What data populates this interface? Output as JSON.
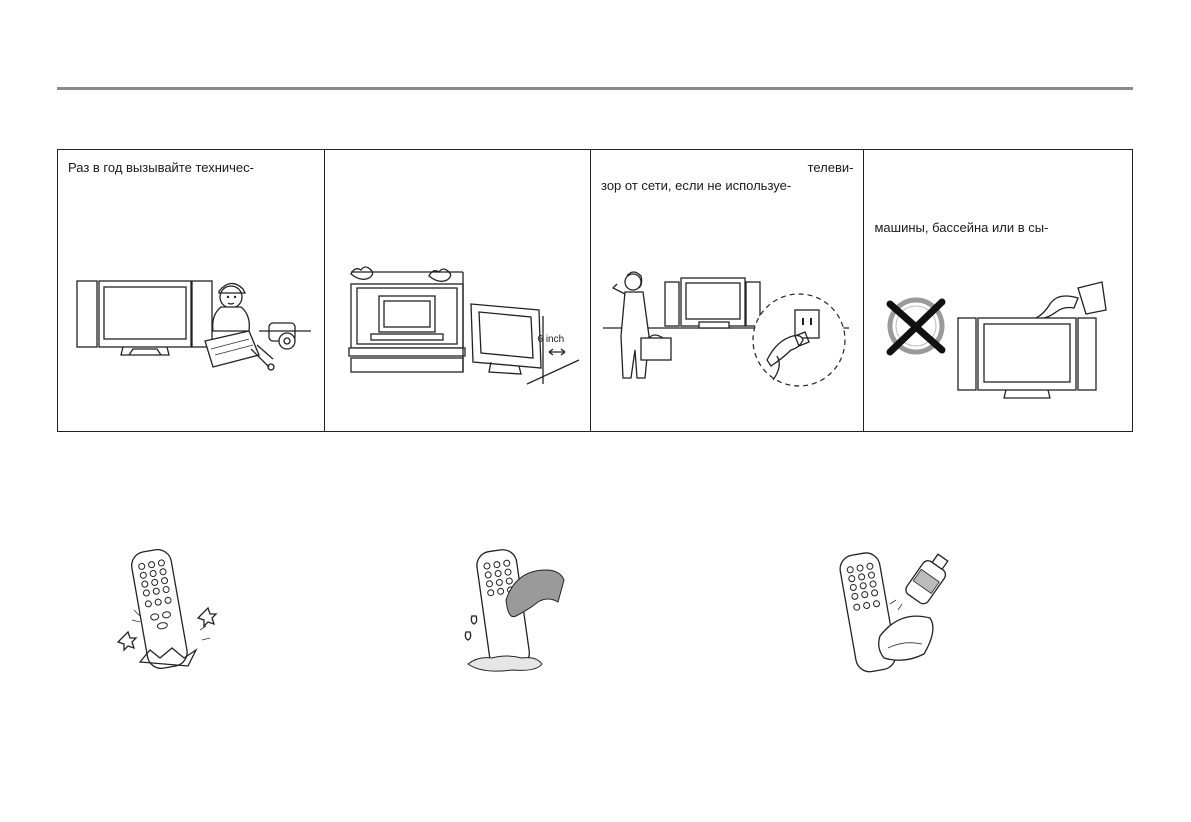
{
  "panels": [
    {
      "text_lines": [
        "Раз в год вызывайте техничес-"
      ]
    },
    {
      "text_lines": [],
      "dimension_label": "6 inch"
    },
    {
      "text_lines": [
        "телеви-",
        "зор от сети, если не используе-"
      ]
    },
    {
      "text_lines": [
        "машины, бассейна или  в сы-"
      ]
    }
  ],
  "icons": {
    "panel1": "tv-technician-illustration",
    "panel2": "tv-wall-clearance-illustration",
    "panel3": "unplug-tv-illustration",
    "panel4": "no-water-near-tv-illustration",
    "remote1": "remote-drop-illustration",
    "remote2": "remote-wet-illustration",
    "remote3": "remote-cleaning-illustration"
  },
  "colors": {
    "rule": "#8a8a8a",
    "ink": "#222222",
    "muted": "#9a9a9a"
  }
}
